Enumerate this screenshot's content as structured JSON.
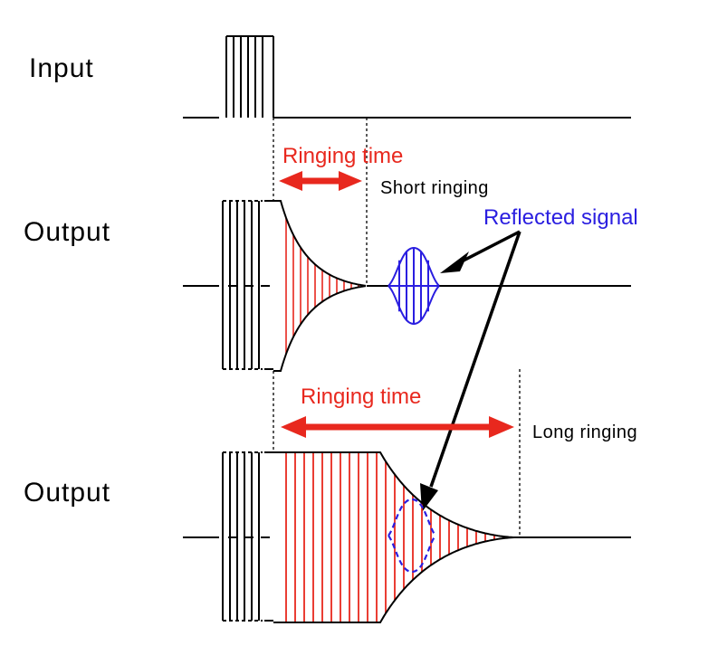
{
  "labels": {
    "input": "Input",
    "output_short": "Output",
    "output_long": "Output",
    "ringing_time_1": "Ringing time",
    "ringing_time_2": "Ringing time",
    "short_ringing": "Short ringing",
    "long_ringing": "Long ringing",
    "reflected_signal": "Reflected signal"
  },
  "colors": {
    "black": "#000000",
    "ringing": "#e8281e",
    "reflected": "#2a1ee0"
  }
}
